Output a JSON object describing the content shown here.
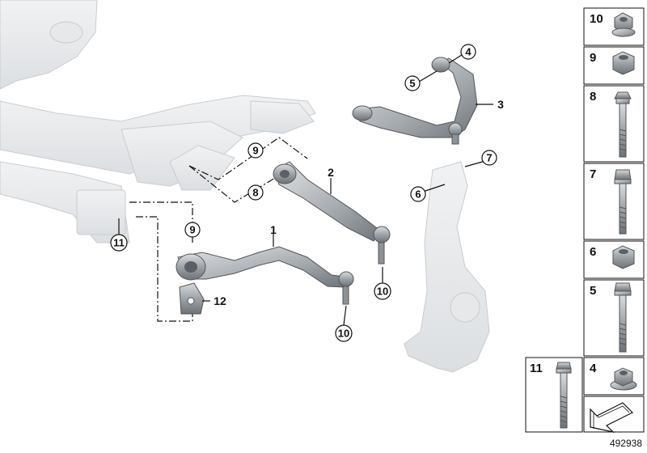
{
  "diagram": {
    "reference_id": "492938",
    "callouts": {
      "c1": "1",
      "c2": "2",
      "c3": "3",
      "c4": "4",
      "c5": "5",
      "c6": "6",
      "c7": "7",
      "c8": "8",
      "c9a": "9",
      "c9b": "9",
      "c10a": "10",
      "c10b": "10",
      "c11": "11",
      "c12": "12"
    },
    "parts_panel": [
      {
        "number": "10",
        "part": "hex-flange-nut"
      },
      {
        "number": "9",
        "part": "hex-nut"
      },
      {
        "number": "8",
        "part": "hex-bolt"
      },
      {
        "number": "7",
        "part": "torx-bolt"
      },
      {
        "number": "6",
        "part": "hex-nut"
      },
      {
        "number": "5",
        "part": "hex-bolt"
      },
      {
        "number": "11",
        "part": "long-bolt"
      },
      {
        "number": "4",
        "part": "flange-nut"
      }
    ]
  }
}
